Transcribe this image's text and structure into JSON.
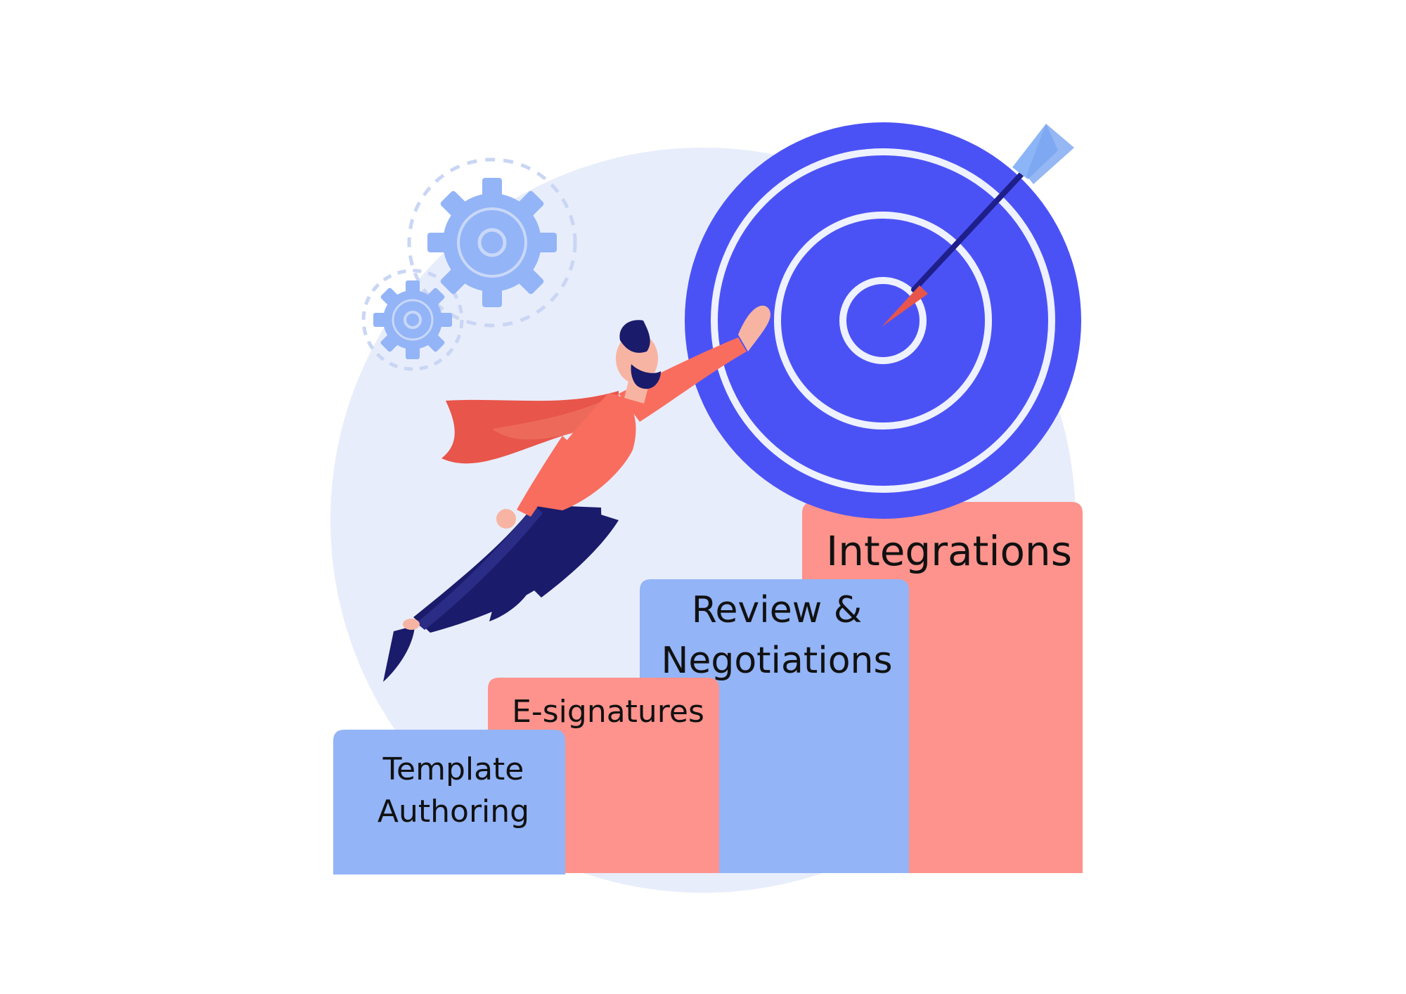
{
  "steps": [
    {
      "id": "template-authoring",
      "lines": [
        "Template",
        "Authoring"
      ],
      "color": "#93B4F7"
    },
    {
      "id": "e-signatures",
      "lines": [
        "E-signatures"
      ],
      "color": "#FD938C"
    },
    {
      "id": "review-negotiations",
      "lines": [
        "Review &",
        "Negotiations"
      ],
      "color": "#93B4F7"
    },
    {
      "id": "integrations",
      "lines": [
        "Integrations"
      ],
      "color": "#FD938C"
    }
  ],
  "colors": {
    "background_blob": "#E8EDFB",
    "target_blue": "#4B52F5",
    "target_ring": "#EEF1FF",
    "gear_blue": "#93B4F7",
    "cape_red": "#E8554A",
    "shirt_coral": "#F96D5F",
    "pants_navy": "#1A1B6B",
    "skin": "#F8B4A2",
    "arrow_shaft": "#1E1F8A",
    "arrow_fletch": "#8BB5F6",
    "arrow_tip": "#E8554A"
  },
  "icons": {
    "target": "bullseye-target-icon",
    "arrow": "arrow-icon",
    "gears": "gears-icon",
    "character": "flying-superhero-figure"
  }
}
